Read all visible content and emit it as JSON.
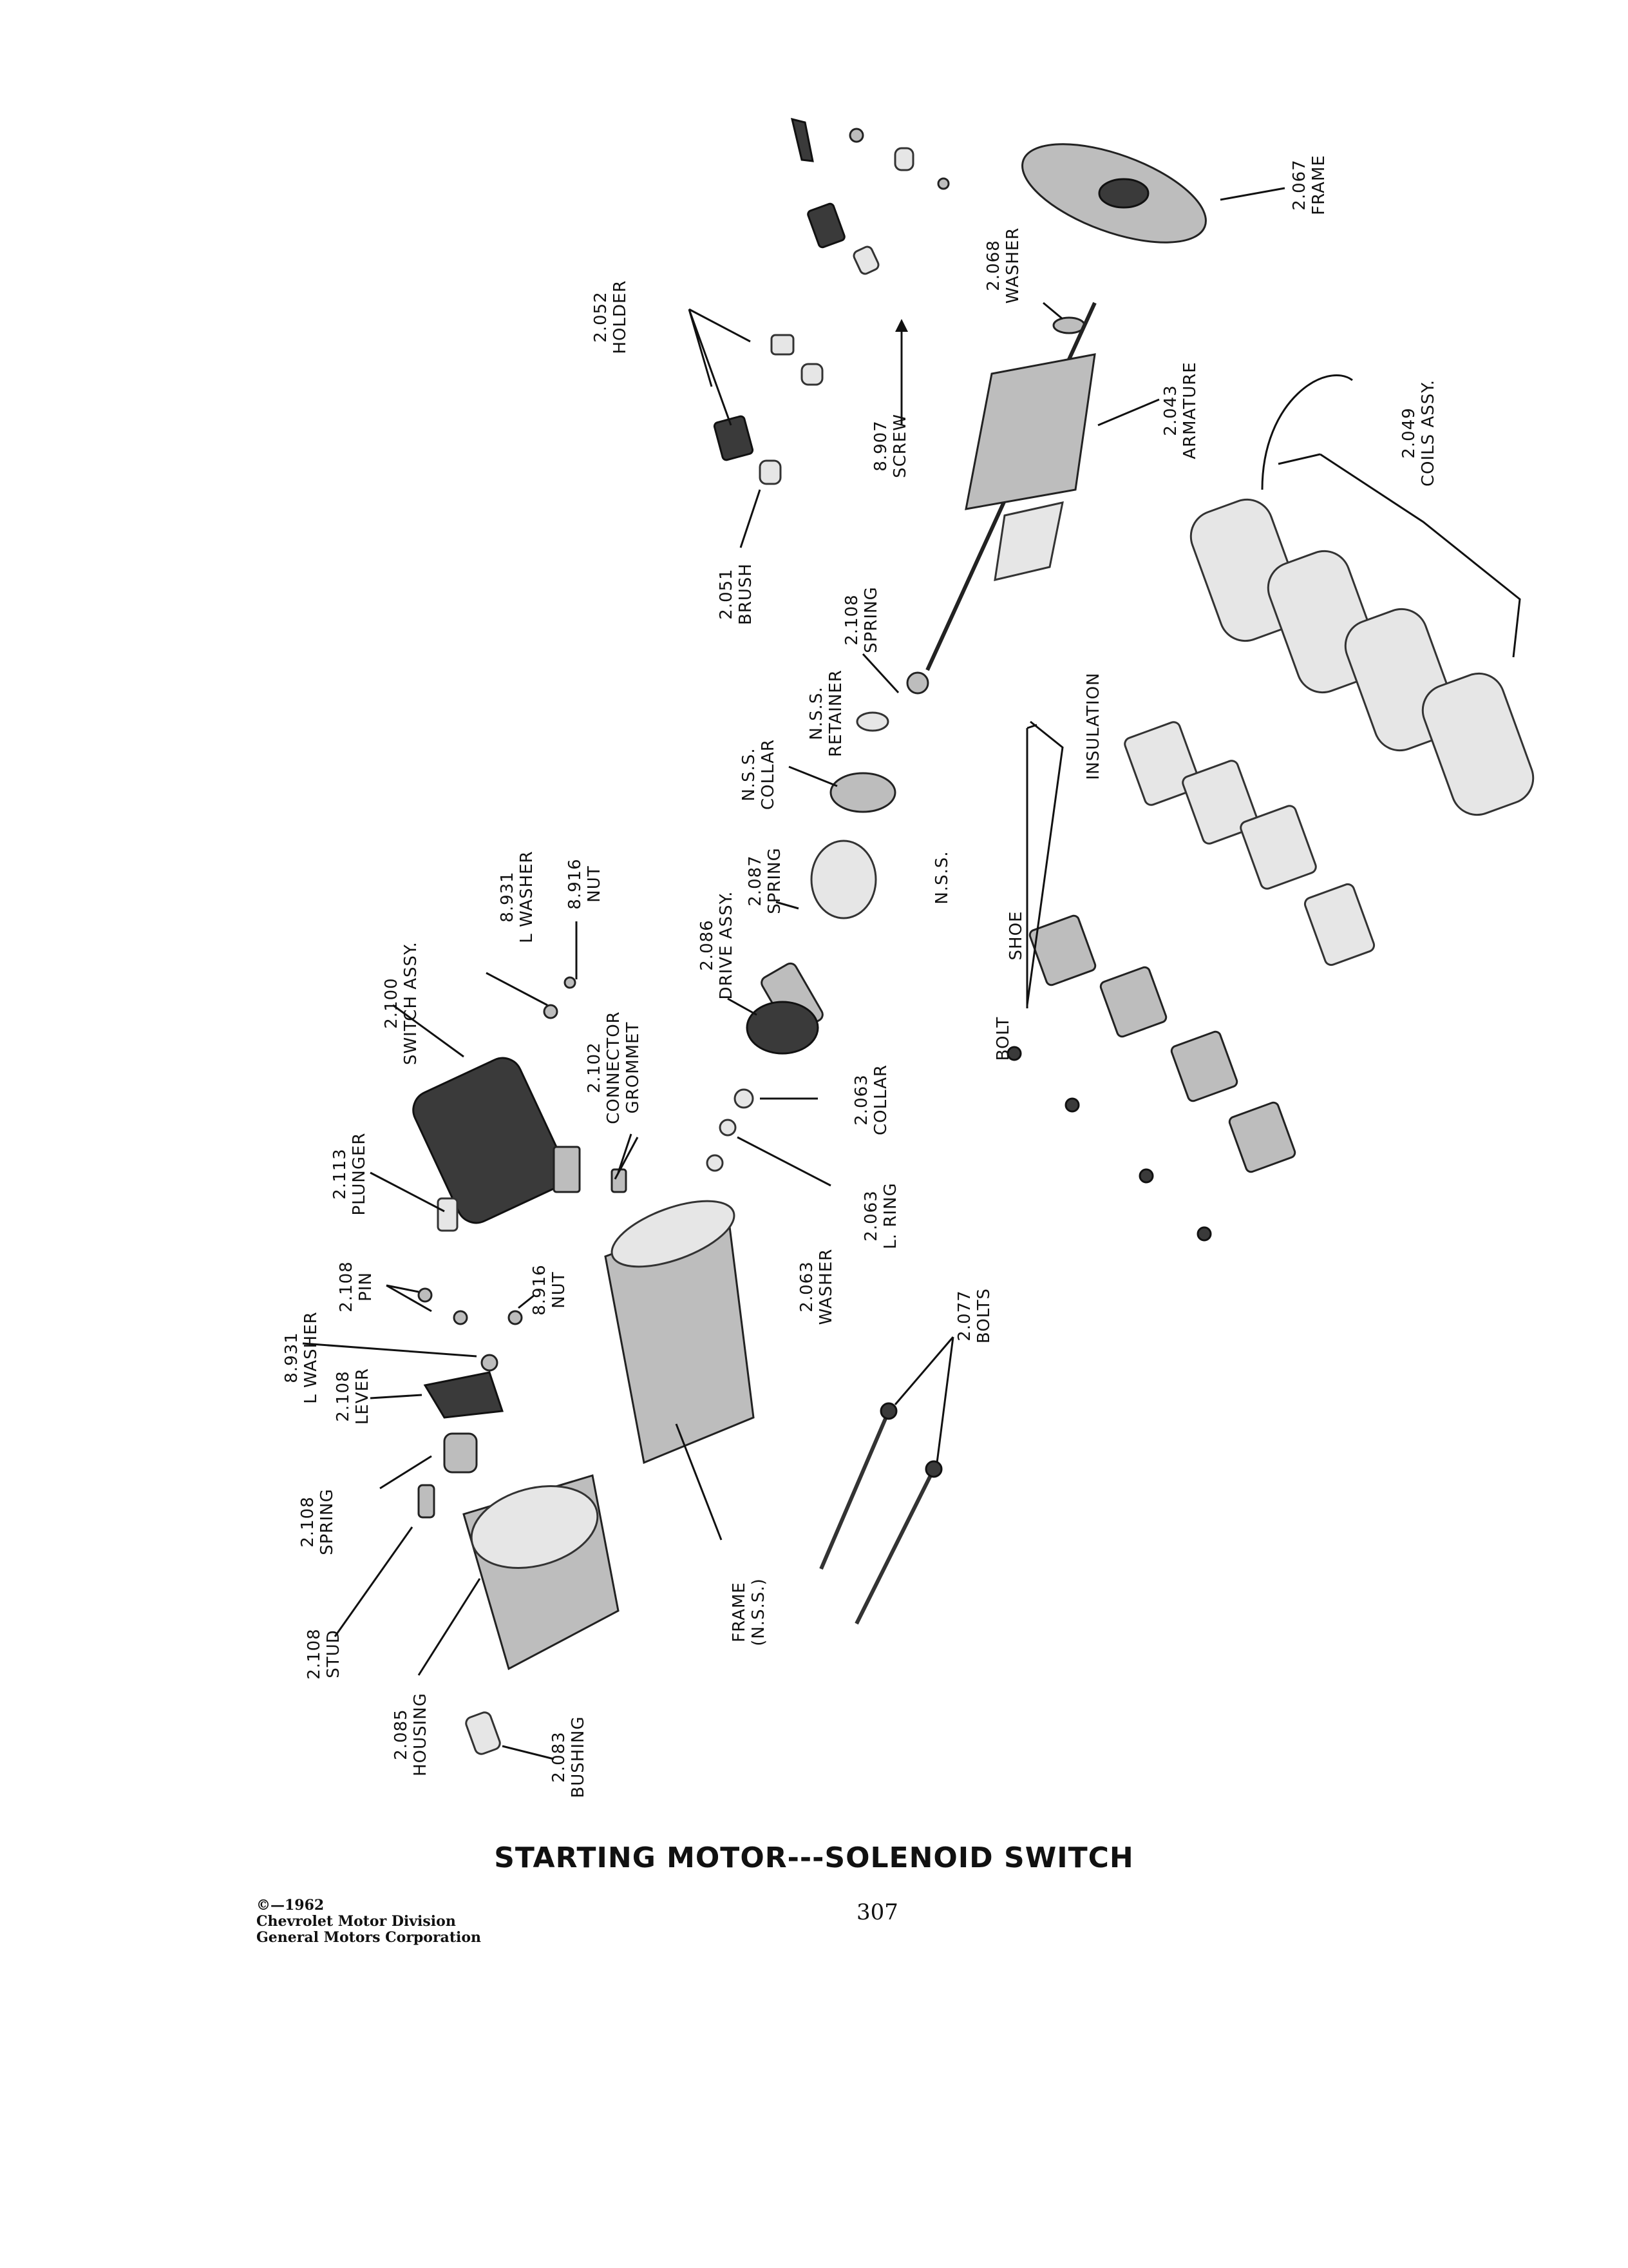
{
  "labels": {
    "frame_2067": "2.067\nFRAME",
    "washer_2068": "2.068\nWASHER",
    "holder_2052": "2.052\nHOLDER",
    "screw_8907": "8.907\nSCREW",
    "armature_2043": "2.043\nARMATURE",
    "coils_2049": "2.049\nCOILS ASSY.",
    "brush_2051": "2.051\nBRUSH",
    "spring_2108a": "2.108\nSPRING",
    "retainer_nss": "N.S.S.\nRETAINER",
    "collar_nss": "N.S.S.\nCOLLAR",
    "insulation": "INSULATION",
    "spring_2087": "2.087\nSPRING",
    "nut_8916a": "8.916\nNUT",
    "lwasher_8931a": "8.931\nL WASHER",
    "drive_2086": "2.086\nDRIVE ASSY.",
    "nss_shoe_a": "N.S.S.",
    "shoe": "SHOE",
    "switch_2100": "2.100\nSWITCH ASSY.",
    "connector_2102": "2.102\nCONNECTOR\nGROMMET",
    "bolt": "BOLT",
    "collar_2063": "2.063\nCOLLAR",
    "plunger_2113": "2.113\nPLUNGER",
    "lring_2063": "2.063\nL. RING",
    "pin_2108": "2.108\nPIN",
    "nut_8916b": "8.916\nNUT",
    "washer_2063": "2.063\nWASHER",
    "lwasher_8931b": "8.931\nL WASHER",
    "bolts_2077": "2.077\nBOLTS",
    "lever_2108": "2.108\nLEVER",
    "spring_2108b": "2.108\nSPRING",
    "stud_2108": "2.108\nSTUD",
    "frame_nss": "FRAME\n(N.S.S.)",
    "housing_2085": "2.085\nHOUSING",
    "bushing_2083": "2.083\nBUSHING"
  },
  "title": "STARTING MOTOR---SOLENOID SWITCH",
  "copyright": {
    "line1": "©—1962",
    "line2": "Chevrolet Motor Division",
    "line3": "General Motors Corporation"
  },
  "page_number": "307"
}
